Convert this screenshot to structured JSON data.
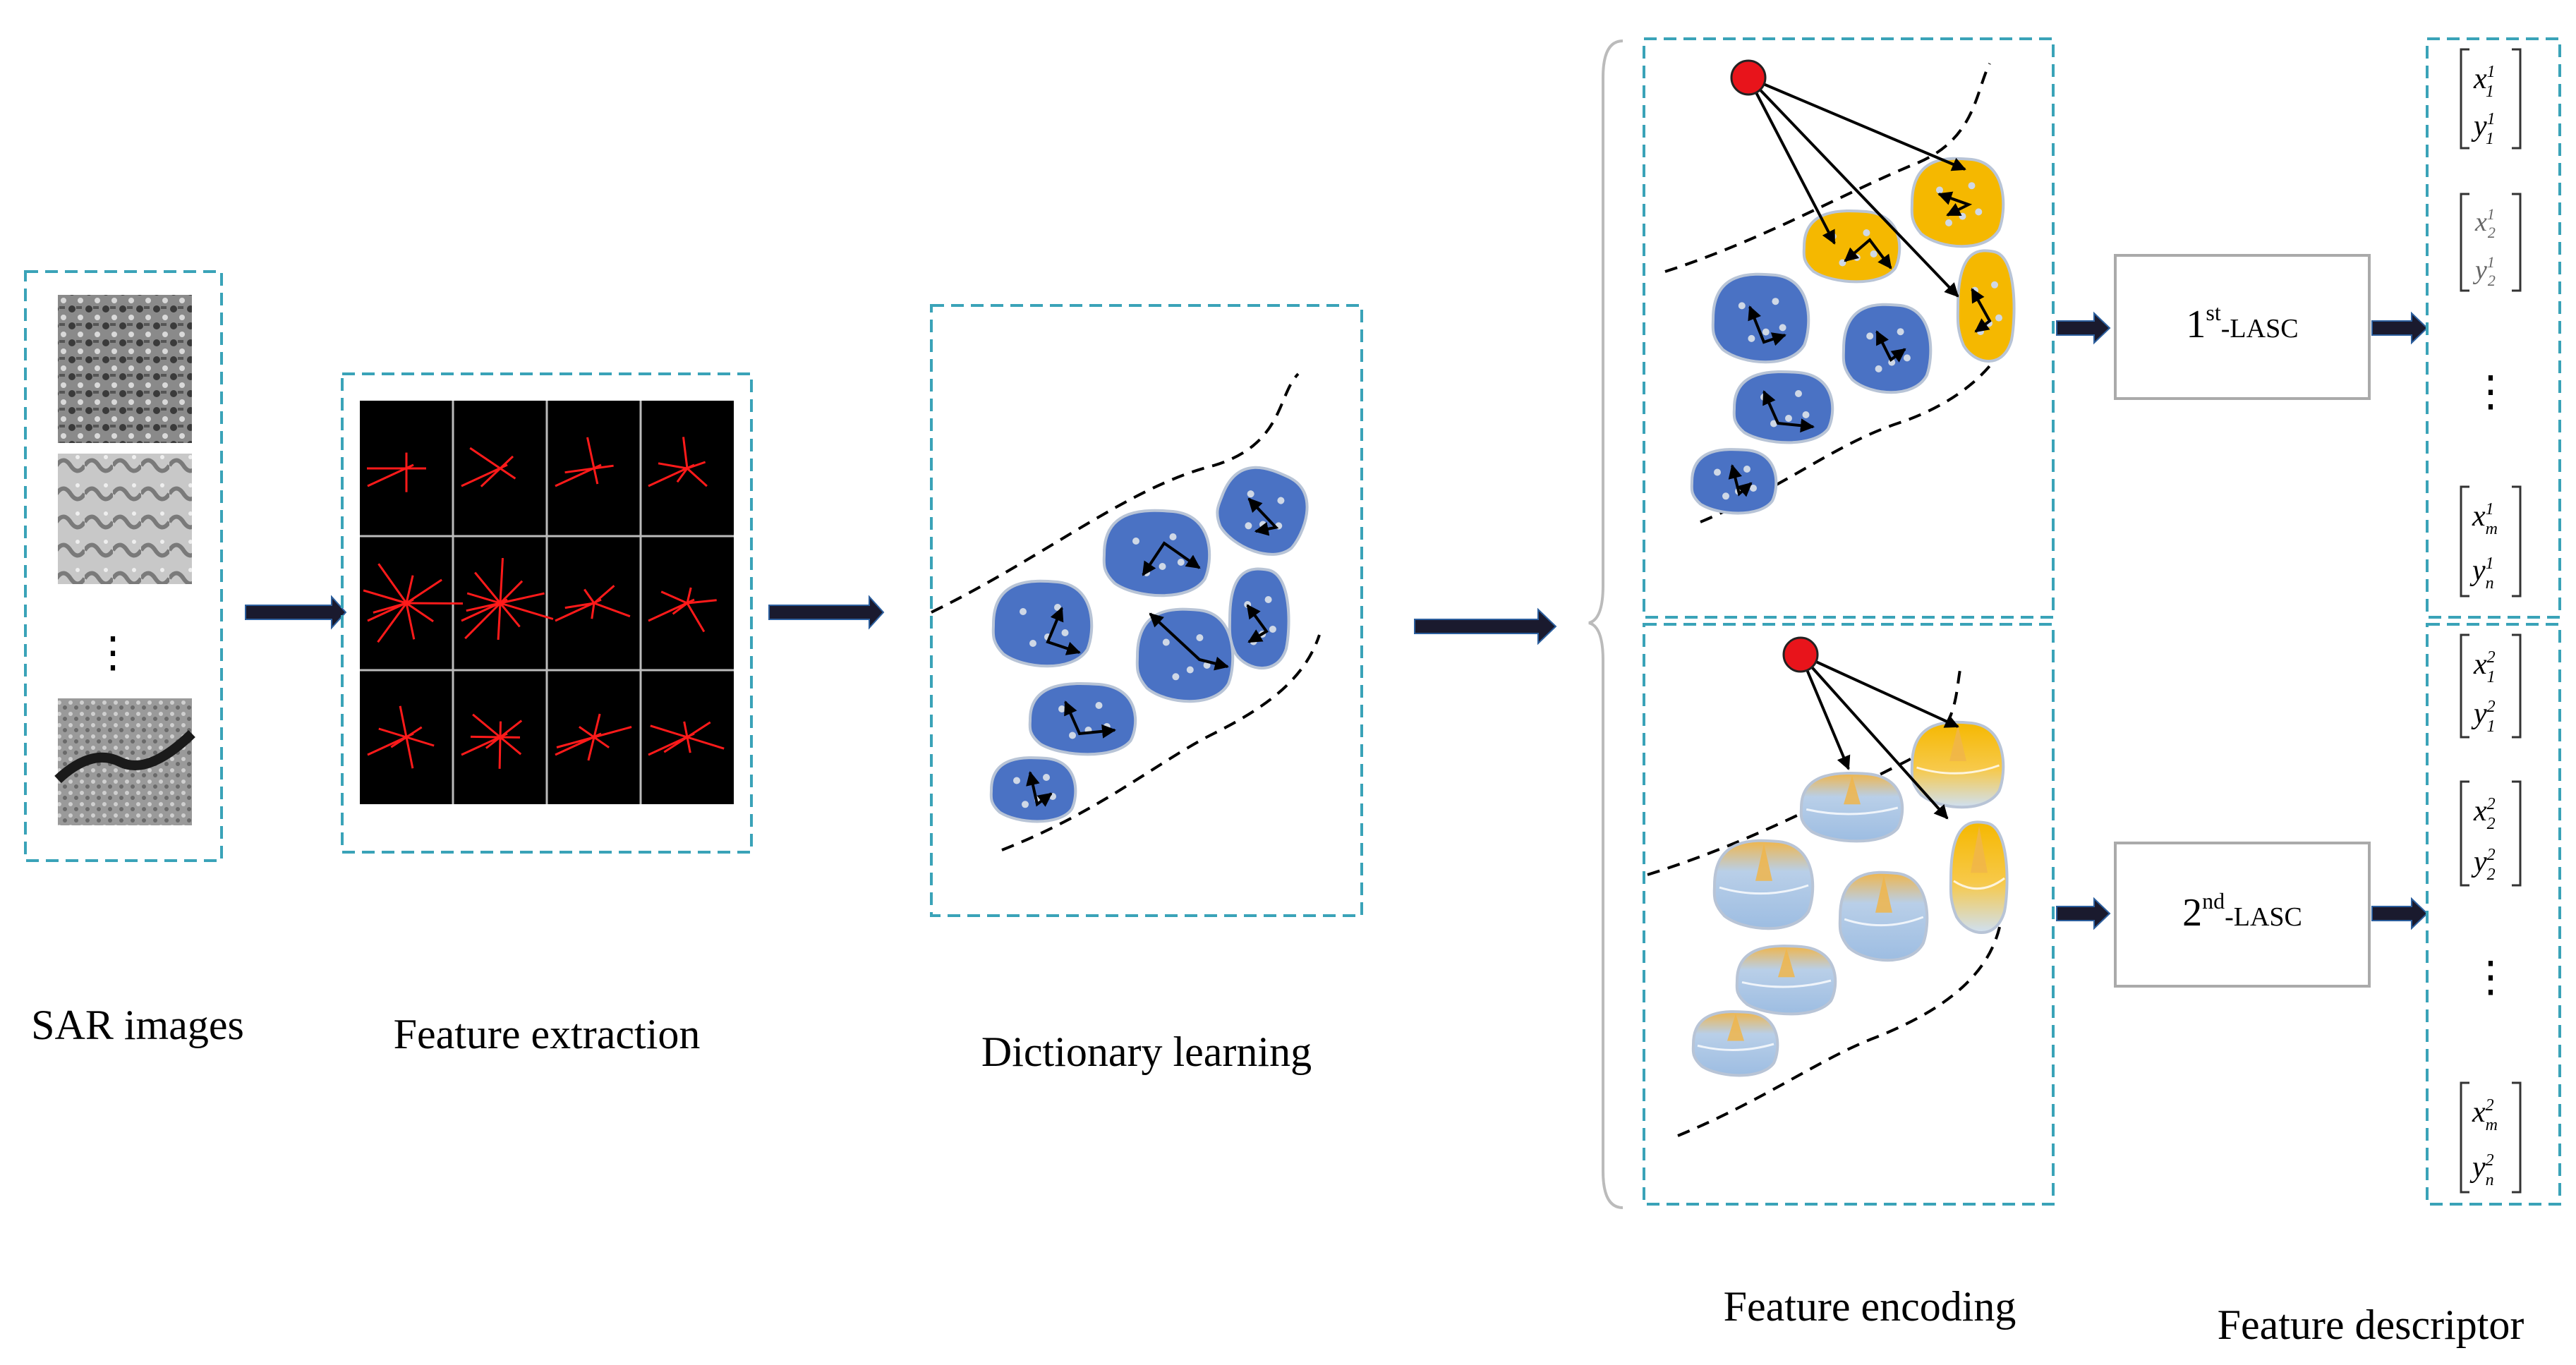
{
  "labels": {
    "sar_images": "SAR images",
    "feature_extraction": "Feature extraction",
    "dictionary_learning": "Dictionary learning",
    "feature_encoding": "Feature encoding",
    "feature_descriptor": "Feature descriptor"
  },
  "lasc": {
    "first": {
      "ord": "1",
      "sup": "st",
      "suffix": "-LASC"
    },
    "second": {
      "ord": "2",
      "sup": "nd",
      "suffix": "-LASC"
    }
  },
  "descriptor_top": [
    {
      "x": "x",
      "x_sub": "1",
      "x_sup": "1",
      "y": "y",
      "y_sub": "1",
      "y_sup": "1"
    },
    {
      "x": "x",
      "x_sub": "2",
      "x_sup": "1",
      "y": "y",
      "y_sub": "2",
      "y_sup": "1"
    },
    {
      "x": "x",
      "x_sub": "m",
      "x_sup": "1",
      "y": "y",
      "y_sub": "n",
      "y_sup": "1"
    }
  ],
  "descriptor_bottom": [
    {
      "x": "x",
      "x_sub": "1",
      "x_sup": "2",
      "y": "y",
      "y_sub": "1",
      "y_sup": "2"
    },
    {
      "x": "x",
      "x_sub": "2",
      "x_sup": "2",
      "y": "y",
      "y_sub": "2",
      "y_sup": "2"
    },
    {
      "x": "x",
      "x_sub": "m",
      "x_sup": "2",
      "y": "y",
      "y_sub": "n",
      "y_sup": "2"
    }
  ],
  "ellipsis": "⋮",
  "colors": {
    "dashed_border": "#3aa3b8",
    "cluster_blue": "#4a72c4",
    "cluster_yellow": "#f5b800",
    "cluster_light": "#a9c7e6",
    "anchor_red": "#e8141b",
    "arrow_dark": "#1a1a2e",
    "feature_red": "#ff1a1a"
  }
}
